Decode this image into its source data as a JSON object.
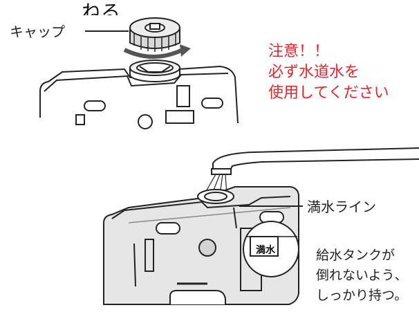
{
  "header_fragment": "ねる",
  "cap": {
    "label": "キャップ"
  },
  "notice": {
    "text": "注意！！\n必ず水道水を\n使用してください",
    "color": "#e8262a"
  },
  "full_line": {
    "label": "満水ライン",
    "badge": "満水"
  },
  "hold_note": {
    "text": "給水タンクが\n倒れないよう、\nしっかり持つ。"
  },
  "colors": {
    "tank_fill": "#e6e6e6",
    "line": "#222222"
  }
}
